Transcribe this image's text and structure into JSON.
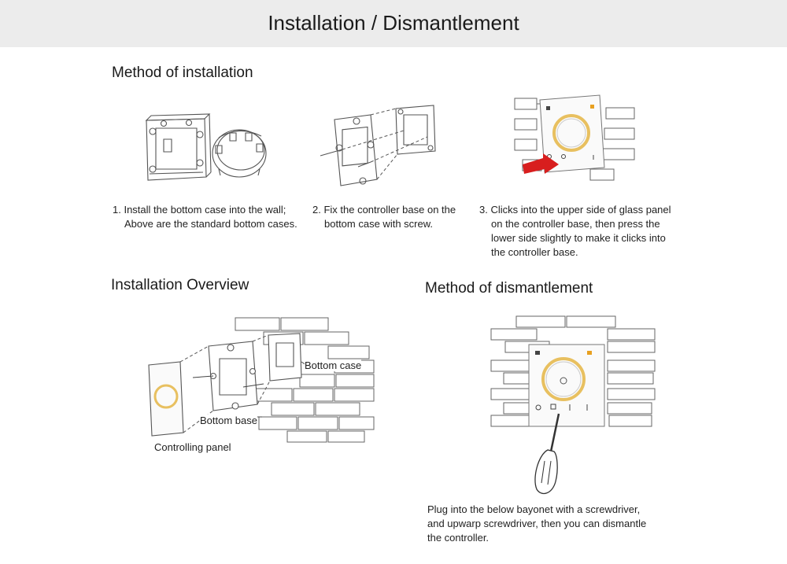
{
  "header": {
    "title": "Installation / Dismantlement"
  },
  "installation": {
    "heading": "Method of installation",
    "steps": [
      {
        "lines": [
          "1. Install the bottom case into the wall;",
          "Above are the standard bottom cases."
        ]
      },
      {
        "lines": [
          "2. Fix the controller base on the",
          "bottom case with screw."
        ]
      },
      {
        "lines": [
          "3. Clicks into the upper side of glass panel",
          "on the controller base, then press the",
          "lower side slightly to make it clicks into",
          "the controller base."
        ]
      }
    ]
  },
  "overview": {
    "heading": "Installation Overview",
    "labels": {
      "bottom_case": "Bottom case",
      "bottom_base": "Bottom base",
      "controlling_panel": "Controlling panel"
    }
  },
  "dismantlement": {
    "heading": "Method of dismantlement",
    "lines": [
      "Plug into the below bayonet with a screwdriver,",
      "and upwarp screwdriver, then you can dismantle",
      "the controller."
    ]
  },
  "colors": {
    "banner": "#ececec",
    "accent_ring": "#e8c060",
    "arrow": "#d81e1e",
    "line_art": "#555555"
  }
}
